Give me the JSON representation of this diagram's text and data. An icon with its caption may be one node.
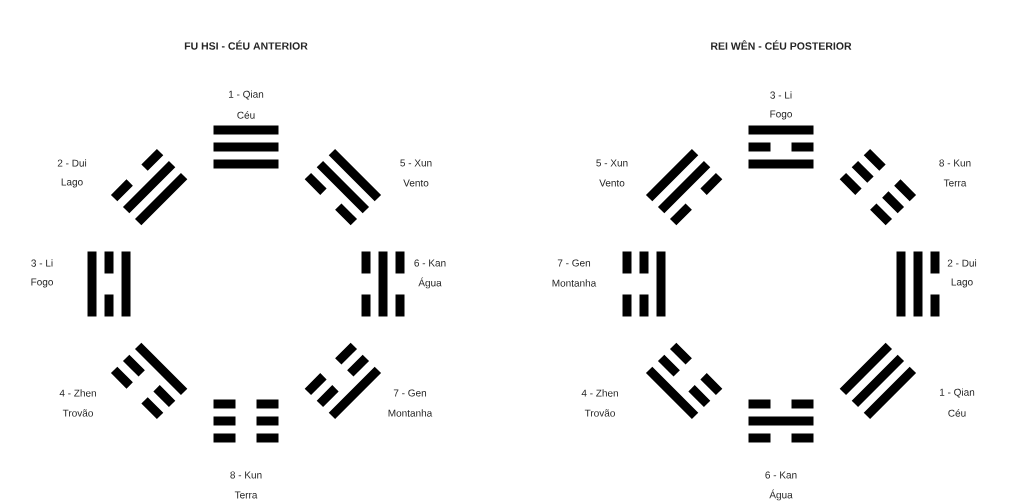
{
  "diagram": {
    "labels": [
      "FU HSI - CÉU ANTERIOR",
      "REI WÊN - CÉU POSTERIOR",
      "1 - Qian",
      "Céu",
      "2 - Dui",
      "Lago",
      "5 - Xun",
      "Vento",
      "3 - Li",
      "Fogo",
      "6 - Kan",
      "Água",
      "4 - Zhen",
      "Trovão",
      "7 - Gen",
      "Montanha",
      "8 - Kun",
      "Terra",
      "3 - Li",
      "Fogo",
      "5 - Xun",
      "Vento",
      "8 - Kun",
      "Terra",
      "7 - Gen",
      "Montanha",
      "2 - Dui",
      "Lago",
      "4 - Zhen",
      "Trovão",
      "1 - Qian",
      "Céu",
      "6 - Kan",
      "Água"
    ]
  }
}
